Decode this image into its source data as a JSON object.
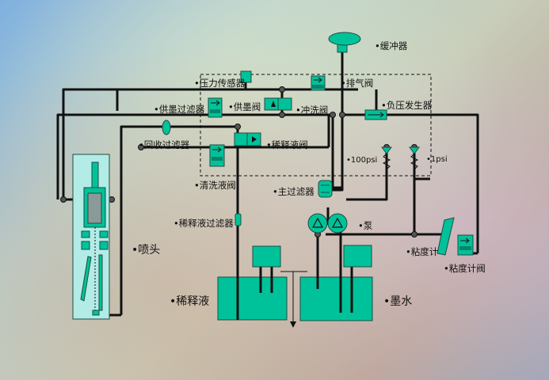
{
  "labels": {
    "buffer": "•缓冲器",
    "pressure_sensor": "•压力传感器",
    "exhaust_valve": "•排气阀",
    "ink_supply_filter": "•供墨过滤器",
    "ink_supply_valve": "•供墨阀",
    "flush_valve": "•冲洗阀",
    "vacuum_generator": "•负压发生器",
    "recovery_filter": "•回收过滤器",
    "dilution_valve": "•稀释液阀",
    "psi_100": "•100psi",
    "psi_1": "•1psi",
    "cleaning_valve": "•清洗液阀",
    "main_filter": "•主过滤器",
    "dilution_filter": "•稀释液过滤器",
    "pump": "•泵",
    "nozzle": "•喷头",
    "viscometer": "•粘度计",
    "viscometer_valve": "•粘度计阀",
    "diluent": "•稀释液",
    "ink": "•墨水"
  },
  "colors": {
    "component_fill": "#00c29a",
    "component_stroke": "#1e4d40",
    "pipe": "#111111",
    "nozzle_panel": "#b3ece6"
  }
}
